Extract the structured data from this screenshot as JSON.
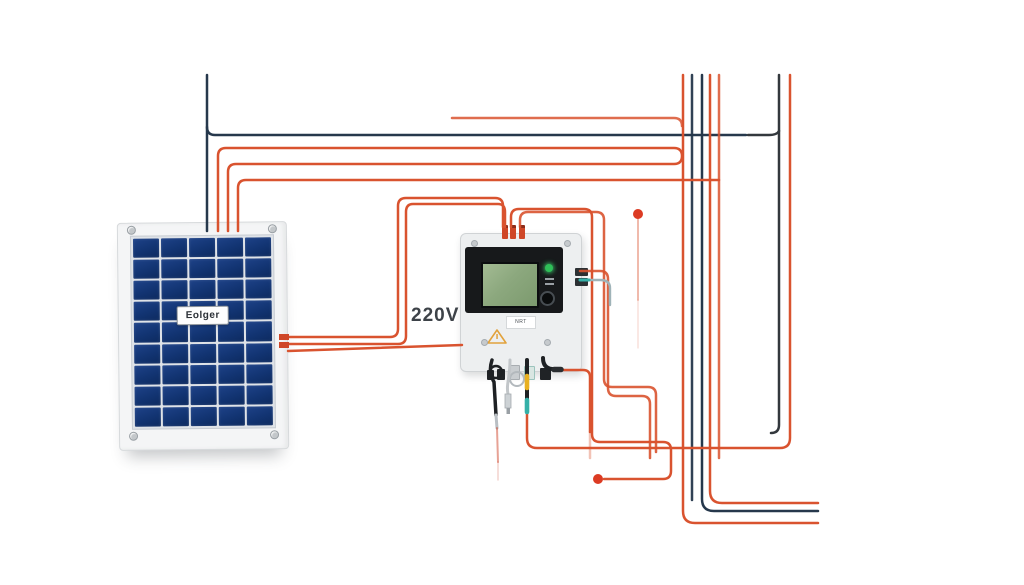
{
  "diagram": {
    "voltage_label": "220V",
    "panel": {
      "label": "Eolger"
    },
    "controller": {
      "label": "NRT"
    }
  },
  "theme": {
    "wire_orange": "#d9532f",
    "wire_navy": "#26384c",
    "wire_dark": "#33383d",
    "dot_red": "#dc3b23",
    "teal": "#35b0a8",
    "yellow": "#e8b020",
    "led_green": "#2fbf58",
    "screen_green": "#8ca87e",
    "panel_blue": "#123472",
    "connector_red": "#cf4728"
  }
}
